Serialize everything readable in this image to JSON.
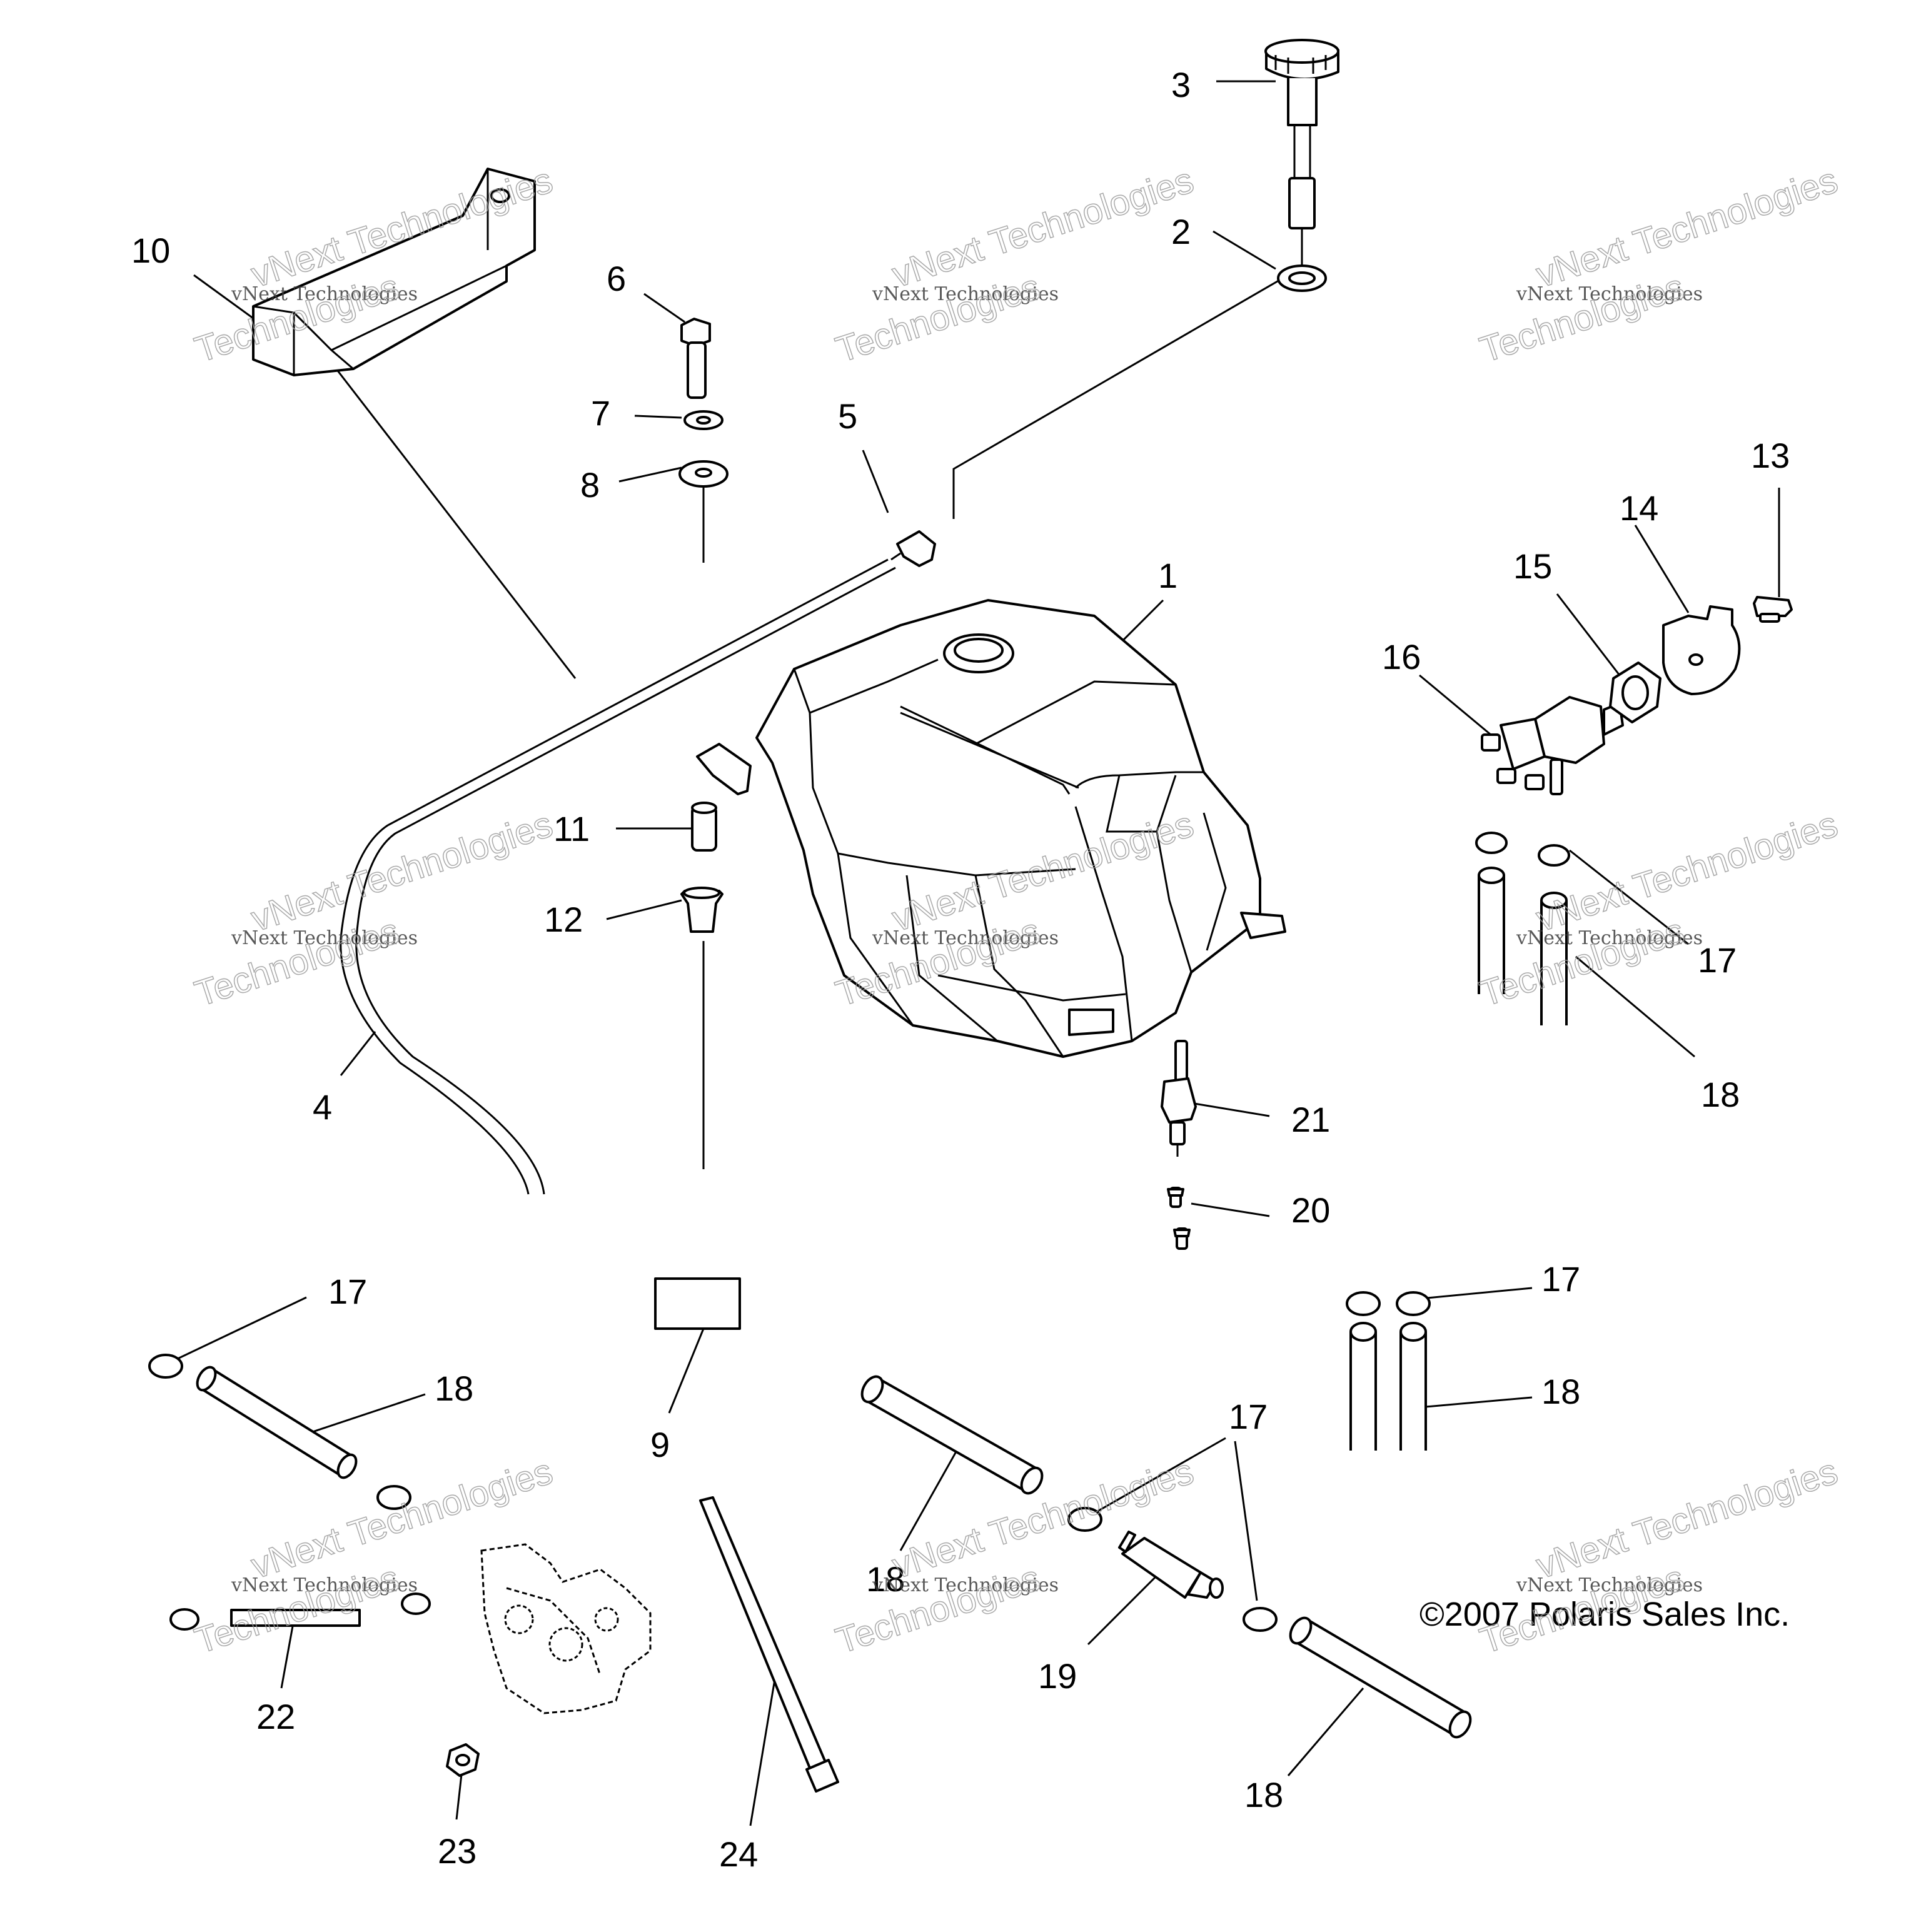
{
  "callouts": [
    {
      "id": "c1",
      "label": "1"
    },
    {
      "id": "c2",
      "label": "2"
    },
    {
      "id": "c3",
      "label": "3"
    },
    {
      "id": "c4",
      "label": "4"
    },
    {
      "id": "c5",
      "label": "5"
    },
    {
      "id": "c6",
      "label": "6"
    },
    {
      "id": "c7",
      "label": "7"
    },
    {
      "id": "c8",
      "label": "8"
    },
    {
      "id": "c9",
      "label": "9"
    },
    {
      "id": "c10",
      "label": "10"
    },
    {
      "id": "c11",
      "label": "11"
    },
    {
      "id": "c12",
      "label": "12"
    },
    {
      "id": "c13",
      "label": "13"
    },
    {
      "id": "c14",
      "label": "14"
    },
    {
      "id": "c15",
      "label": "15"
    },
    {
      "id": "c16",
      "label": "16"
    },
    {
      "id": "c17a",
      "label": "17"
    },
    {
      "id": "c17b",
      "label": "17"
    },
    {
      "id": "c17c",
      "label": "17"
    },
    {
      "id": "c17d",
      "label": "17"
    },
    {
      "id": "c18a",
      "label": "18"
    },
    {
      "id": "c18b",
      "label": "18"
    },
    {
      "id": "c18c",
      "label": "18"
    },
    {
      "id": "c18d",
      "label": "18"
    },
    {
      "id": "c18e",
      "label": "18"
    },
    {
      "id": "c19",
      "label": "19"
    },
    {
      "id": "c20",
      "label": "20"
    },
    {
      "id": "c21",
      "label": "21"
    },
    {
      "id": "c22",
      "label": "22"
    },
    {
      "id": "c23",
      "label": "23"
    },
    {
      "id": "c24",
      "label": "24"
    }
  ],
  "copyright": "©2007 Polaris Sales Inc.",
  "watermark": {
    "line1": "vNext Technologies",
    "line2": "vNext Technologies",
    "line3": "Technologies"
  }
}
